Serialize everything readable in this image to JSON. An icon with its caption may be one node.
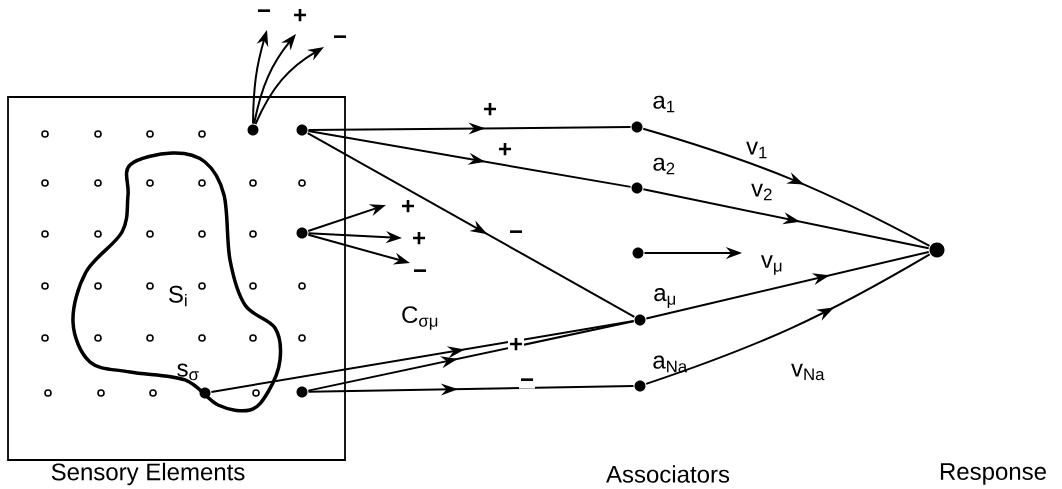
{
  "diagram": {
    "nodes": [
      {
        "text": [],
        "shape": "box",
        "beside": [
          "Sensory Elements"
        ]
      },
      {
        "text": [
          "S$_{i}$"
        ],
        "in": 0
      },
      {
        "text": [],
        "shape": "circle",
        "in": 0
      },
      {
        "text": [],
        "shape": "circle",
        "in": 0
      },
      {
        "text": [],
        "shape": "circle",
        "in": 0
      },
      {
        "text": [],
        "shape": "circle",
        "in": 1,
        "beside": [
          "s$_{σ}$"
        ]
      },
      {
        "text": [],
        "shape": "circle",
        "in": 0
      },
      {
        "text": [],
        "shape": "circle",
        "beside": [
          "a$_{1}$"
        ]
      },
      {
        "text": [],
        "shape": "circle",
        "beside": [
          "a$_{2}$"
        ]
      },
      {
        "text": [],
        "shape": "circle"
      },
      {
        "text": [],
        "shape": "circle",
        "beside": [
          "a$_{μ}$"
        ]
      },
      {
        "text": [],
        "shape": "circle",
        "beside": [
          "a$_{Na}$"
        ]
      },
      {
        "text": [],
        "shape": "circle"
      }
    ],
    "edges": [
      {
        "from": 2,
        "to": null,
        "arrow": "to",
        "label": "−"
      },
      {
        "from": 2,
        "to": null,
        "arrow": "to",
        "label": "+"
      },
      {
        "from": 2,
        "to": null,
        "arrow": "to",
        "label": "−"
      },
      {
        "from": 3,
        "to": 7,
        "arrow": "to",
        "label": "+"
      },
      {
        "from": 3,
        "to": 8,
        "arrow": "to",
        "label": "+"
      },
      {
        "from": 3,
        "to": 10,
        "arrow": "to",
        "label": "−"
      },
      {
        "from": 4,
        "to": null,
        "arrow": "to",
        "label": "+"
      },
      {
        "from": 4,
        "to": null,
        "arrow": "to",
        "label": "+"
      },
      {
        "from": 4,
        "to": null,
        "arrow": "to",
        "label": "−"
      },
      {
        "from": 5,
        "to": 10,
        "arrow": "to",
        "label": "C$_{σμ}$"
      },
      {
        "from": 6,
        "to": 10,
        "arrow": "to",
        "label": "+"
      },
      {
        "from": 6,
        "to": 11,
        "arrow": "to",
        "label": "−"
      },
      {
        "from": 7,
        "to": 12,
        "arrow": "to",
        "label": "v$_{1}$"
      },
      {
        "from": 8,
        "to": 12,
        "arrow": "to",
        "label": "v$_{2}$"
      },
      {
        "from": 9,
        "to": null,
        "arrow": "to"
      },
      {
        "from": 10,
        "to": 12,
        "arrow": "to",
        "label": "v$_{μ}$"
      },
      {
        "from": 11,
        "to": 12,
        "arrow": "to",
        "label": "v$_{Na}$"
      }
    ],
    "labels": [
      "Associators",
      "Response"
    ]
  }
}
